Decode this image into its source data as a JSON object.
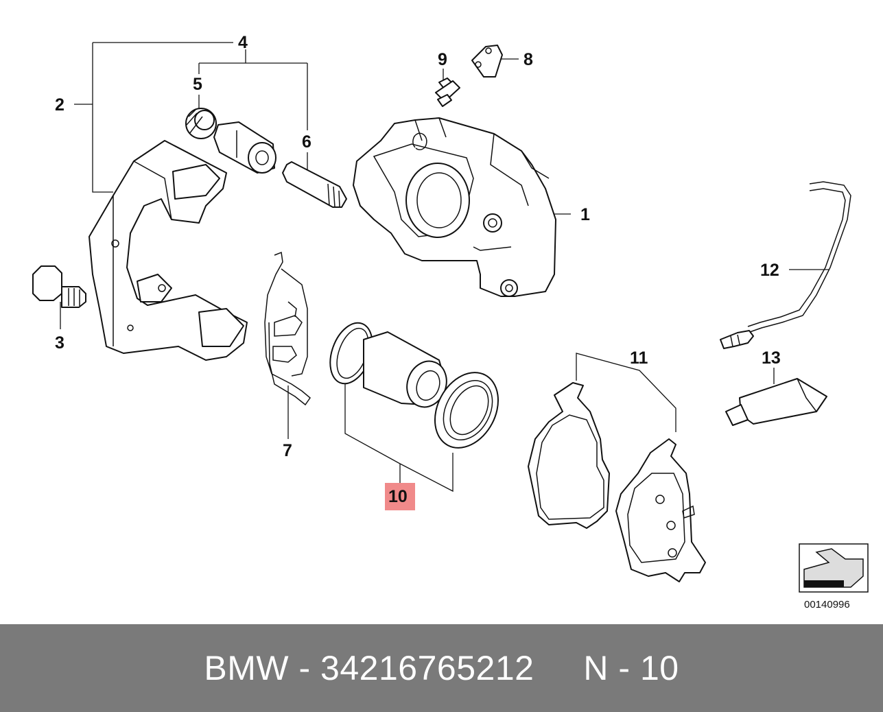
{
  "diagram": {
    "labels": {
      "l1": "1",
      "l2": "2",
      "l3": "3",
      "l4": "4",
      "l5": "5",
      "l6": "6",
      "l7": "7",
      "l8": "8",
      "l9": "9",
      "l10": "10",
      "l11": "11",
      "l12": "12",
      "l13": "13"
    },
    "highlight_color": "#f08a8a",
    "diagram_id": "00140996"
  },
  "footer": {
    "brand": "BMW",
    "part_number": "34216765212",
    "position": "N - 10",
    "background": "#7a7a7a"
  }
}
